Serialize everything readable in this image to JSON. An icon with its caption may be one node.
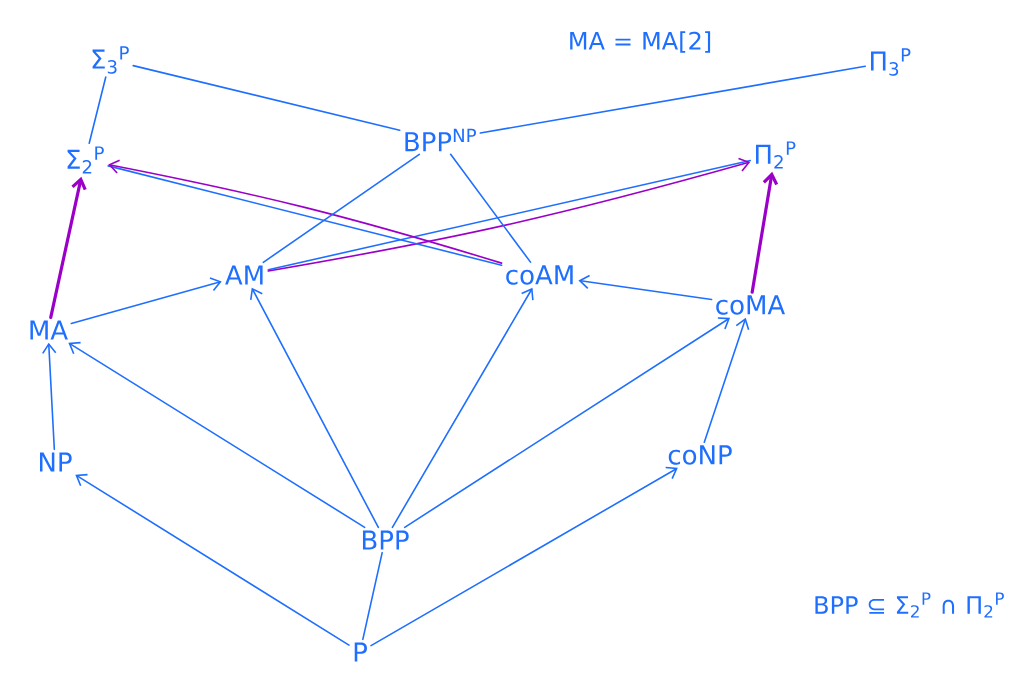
{
  "diagram": {
    "nodes": [
      {
        "text": [
          "Σ$_{3}$$^{P}$"
        ]
      },
      {
        "text": [
          "Σ$_{2}$$^{P}$"
        ]
      },
      {
        "text": [
          "MA"
        ]
      },
      {
        "text": [
          "NP"
        ]
      },
      {
        "text": [
          "AM"
        ]
      },
      {
        "text": [
          "BPP$^{NP}$"
        ]
      },
      {
        "text": [
          "coAM"
        ]
      },
      {
        "text": [
          "coMA"
        ]
      },
      {
        "text": [
          "coNP"
        ]
      },
      {
        "text": [
          "BPP"
        ]
      },
      {
        "text": [
          "P"
        ]
      },
      {
        "text": [
          "Π$_{2}$$^{P}$"
        ]
      },
      {
        "text": [
          "Π$_{3}$$^{P}$"
        ]
      }
    ],
    "edges": [
      {
        "from": 10,
        "to": 3,
        "arrow": "to"
      },
      {
        "from": 10,
        "to": 8,
        "arrow": "to"
      },
      {
        "from": 10,
        "to": 9,
        "arrow": "none"
      },
      {
        "from": 3,
        "to": 2,
        "arrow": "to"
      },
      {
        "from": 8,
        "to": 7,
        "arrow": "to"
      },
      {
        "from": 9,
        "to": 2,
        "arrow": "to"
      },
      {
        "from": 9,
        "to": 4,
        "arrow": "to"
      },
      {
        "from": 9,
        "to": 6,
        "arrow": "to"
      },
      {
        "from": 9,
        "to": 7,
        "arrow": "to"
      },
      {
        "from": 2,
        "to": 4,
        "arrow": "to"
      },
      {
        "from": 7,
        "to": 6,
        "arrow": "to"
      },
      {
        "from": 2,
        "to": 1,
        "arrow": "to",
        "style": "thick",
        "color": "#9b00c8"
      },
      {
        "from": 7,
        "to": 11,
        "arrow": "to",
        "style": "thick",
        "color": "#9b00c8"
      },
      {
        "from": 4,
        "to": 11,
        "arrow": "none"
      },
      {
        "from": 4,
        "to": 11,
        "arrow": "to",
        "color": "#9b00c8"
      },
      {
        "from": 1,
        "to": 6,
        "arrow": "none"
      },
      {
        "from": 6,
        "to": 1,
        "arrow": "to",
        "color": "#9b00c8"
      },
      {
        "from": 5,
        "to": 4,
        "arrow": "none"
      },
      {
        "from": 5,
        "to": 6,
        "arrow": "none"
      },
      {
        "from": 5,
        "to": 0,
        "arrow": "none"
      },
      {
        "from": 5,
        "to": 12,
        "arrow": "none"
      },
      {
        "from": 1,
        "to": 0,
        "arrow": "none"
      }
    ],
    "labels": [
      "MA = MA[2]",
      "BPP ⊆ Σ$_{2}$$^{P}$ ∩ Π$_{2}$$^{P}$"
    ]
  }
}
